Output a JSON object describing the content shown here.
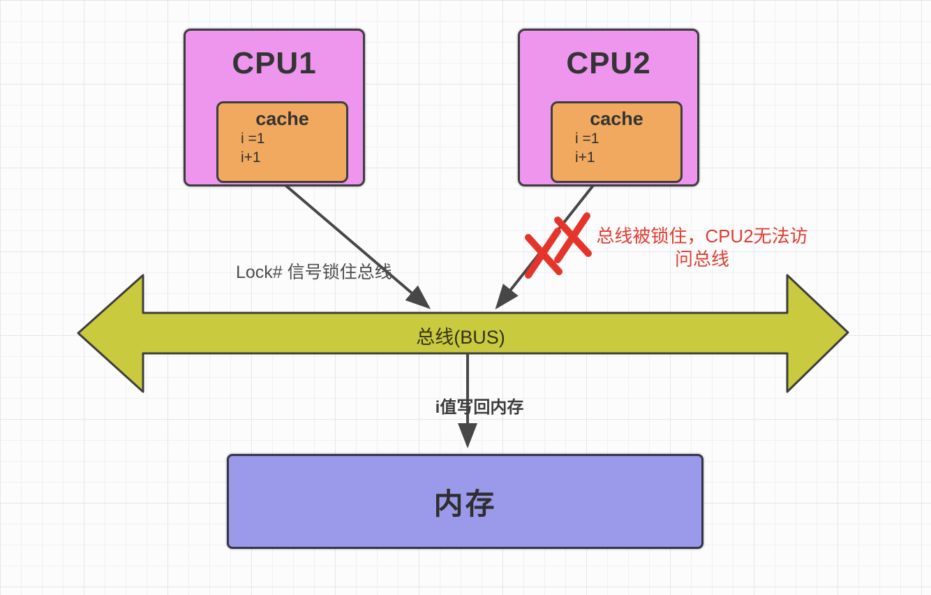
{
  "diagram_title": "bus-lock-diagram",
  "cpu1": {
    "title": "CPU1",
    "cache": {
      "title": "cache",
      "value_line": "i =1",
      "op_line": "i+1"
    }
  },
  "cpu2": {
    "title": "CPU2",
    "cache": {
      "title": "cache",
      "value_line": "i =1",
      "op_line": "i+1"
    }
  },
  "bus": {
    "label": "总线(BUS)",
    "fill_color": "#c9ca3e",
    "border_color": "#3d3d3d"
  },
  "memory": {
    "label": "内存",
    "fill_color": "#9b99e9"
  },
  "annotations": {
    "lock_signal": "Lock# 信号锁住总线",
    "bus_locked": "总线被锁住，CPU2无法访问总线",
    "write_back": "i值写回内存"
  },
  "marks": {
    "blocked_cross": "XX",
    "cross_color": "#e5352b"
  },
  "colors": {
    "cpu_fill": "#ee95ee",
    "cache_fill": "#f0a95f",
    "arrow_stroke": "#474747",
    "annotation_red": "#e23c30",
    "grid_line": "#e4e6eb"
  }
}
